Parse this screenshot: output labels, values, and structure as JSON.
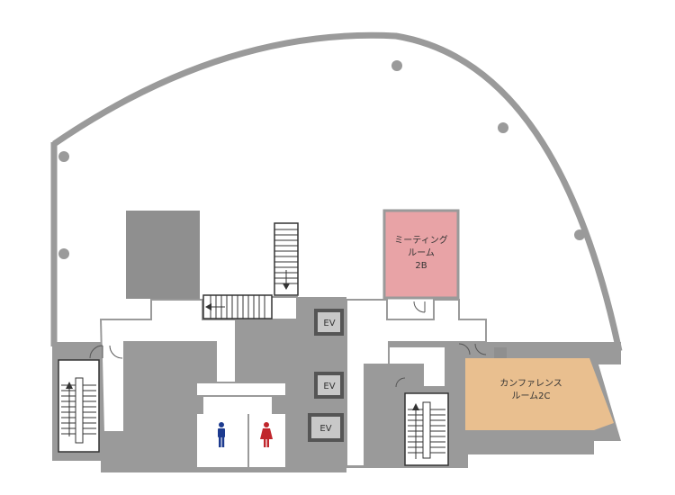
{
  "colors": {
    "wall": "#9a9a9a",
    "core": "#999999",
    "dark_block": "#8f8f8f",
    "meeting_room": "#e8a3a6",
    "conference_room": "#e9bf8f",
    "male": "#1d3b8f",
    "female": "#c0262c"
  },
  "rooms": {
    "meeting_line1": "ミーティング",
    "meeting_line2": "ルーム",
    "meeting_line3": "2B",
    "conference_line1": "カンファレンス",
    "conference_line2": "ルーム2C"
  },
  "elevators": {
    "ev1": "EV",
    "ev2": "EV",
    "ev3": "EV"
  },
  "icons": {
    "male": "male-restroom-icon",
    "female": "female-restroom-icon",
    "column": "column-marker-icon"
  }
}
